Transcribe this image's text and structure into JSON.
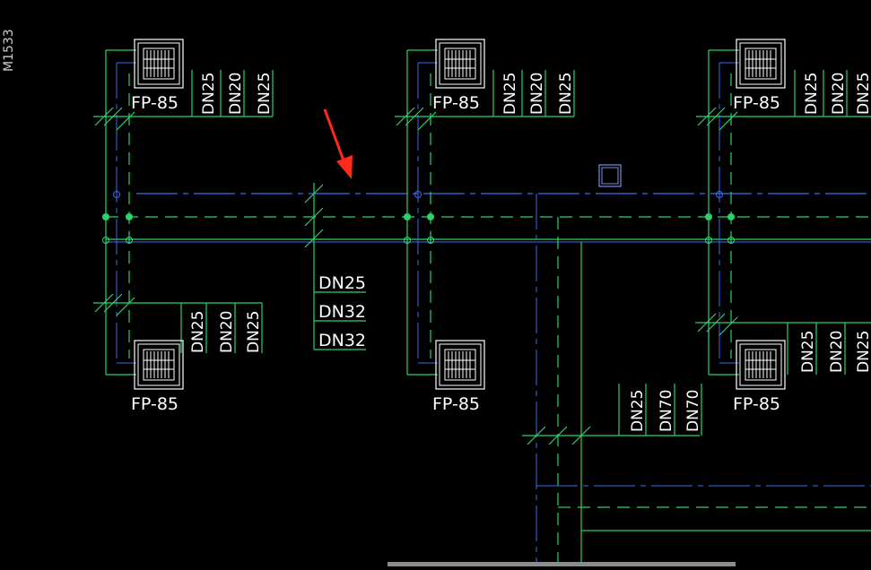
{
  "drawing": {
    "side_label": "M1533",
    "unit_label": "FP-85",
    "branch_label_a": "DN25",
    "branch_label_b": "DN20",
    "branch_label_c": "DN25",
    "middle_tag": [
      "DN25",
      "DN32",
      "DN32"
    ],
    "lower_tag": [
      "DN25",
      "DN70",
      "DN70"
    ]
  },
  "colors": {
    "background": "#000000",
    "supply_pipe": "#2ad36a",
    "return_pipe": "#3a6df0",
    "unit_outline": "#ffffff",
    "arrow": "#ff2a1a",
    "scrollbar": "#8c8c8c"
  }
}
